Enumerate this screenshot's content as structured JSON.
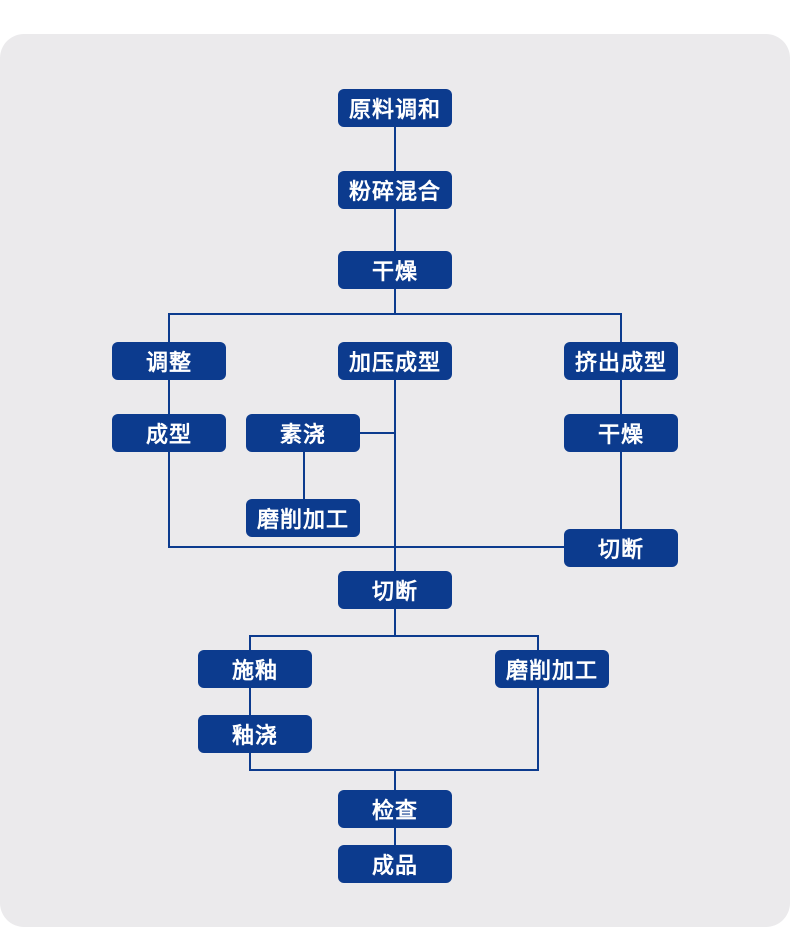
{
  "diagram": {
    "nodes": {
      "raw_blending": "原料调和",
      "grinding_mixing": "粉碎混合",
      "drying_1": "干燥",
      "adjustment": "调整",
      "press_forming": "加压成型",
      "extrusion_forming": "挤出成型",
      "forming": "成型",
      "bisque_firing": "素浇",
      "drying_2": "干燥",
      "grinding_machining_1": "磨削加工",
      "cutting_1": "切断",
      "cutting_2": "切断",
      "glazing": "施釉",
      "glaze_firing": "釉浇",
      "grinding_machining_2": "磨削加工",
      "inspection": "检查",
      "finished_product": "成品"
    }
  }
}
